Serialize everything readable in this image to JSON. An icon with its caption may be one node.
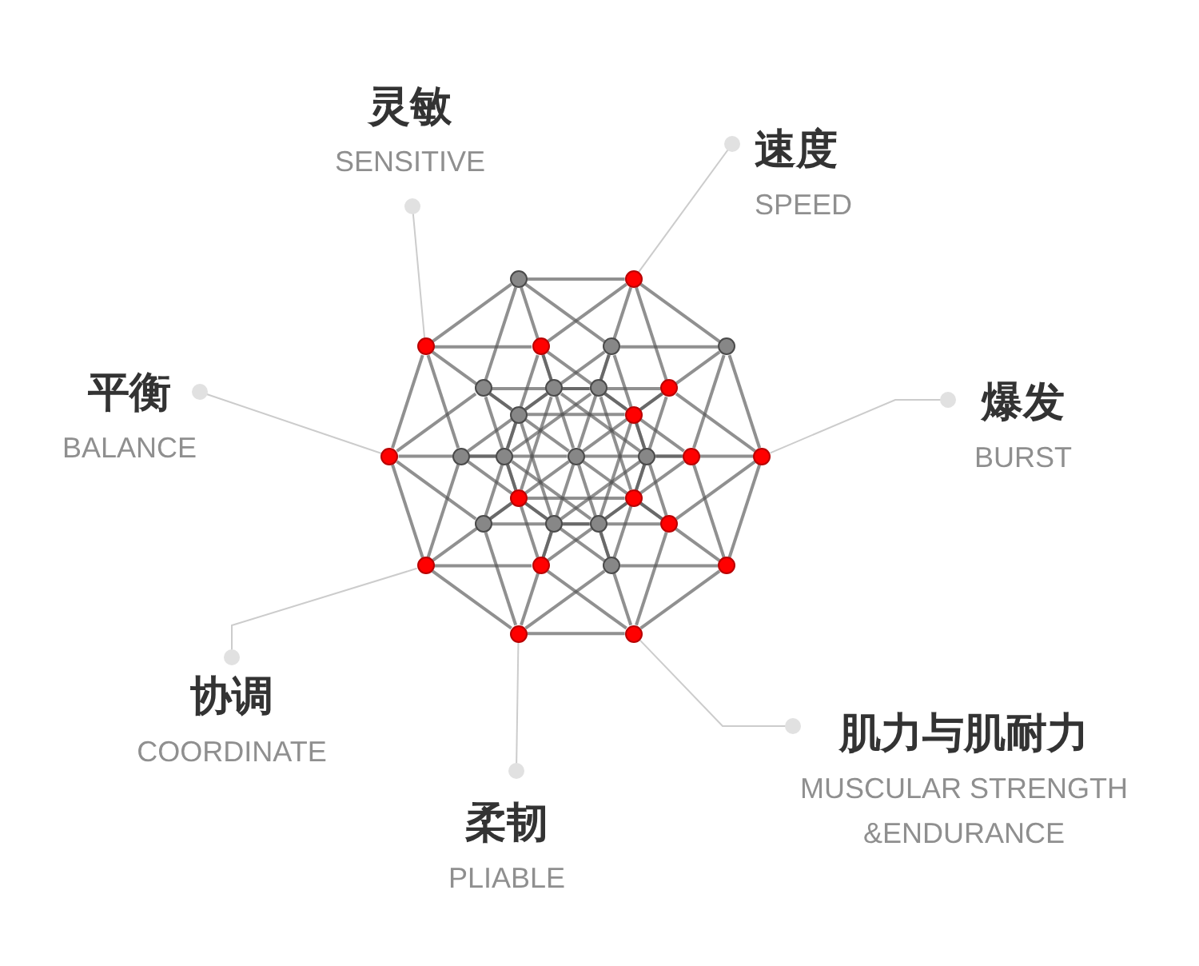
{
  "diagram": {
    "nodes": [
      {
        "text": [
          "灵敏",
          "SENSITIVE"
        ]
      },
      {
        "text": [
          "速度",
          "SPEED"
        ]
      },
      {
        "text": [
          "平衡",
          "BALANCE"
        ]
      },
      {
        "text": [
          "爆发",
          "BURST"
        ]
      },
      {
        "text": [
          "协调",
          "COORDINATE"
        ]
      },
      {
        "text": [
          "肌力与肌耐力",
          "MUSCULAR STRENGTH &ENDURANCE"
        ]
      },
      {
        "text": [
          "柔韧",
          "PLIABLE"
        ]
      },
      {
        "text": [],
        "shape": "circle"
      },
      {
        "text": [],
        "shape": "circle"
      },
      {
        "text": [],
        "shape": "circle"
      },
      {
        "text": [],
        "shape": "circle"
      },
      {
        "text": [],
        "shape": "circle"
      },
      {
        "text": [],
        "shape": "circle"
      },
      {
        "text": [],
        "shape": "circle"
      },
      {
        "text": [],
        "shape": "circle"
      },
      {
        "text": [],
        "shape": "circle"
      },
      {
        "text": [],
        "shape": "circle"
      },
      {
        "text": [],
        "shape": "circle"
      },
      {
        "text": [],
        "shape": "circle"
      },
      {
        "text": [],
        "shape": "circle"
      },
      {
        "text": [],
        "shape": "circle"
      },
      {
        "text": [],
        "shape": "circle"
      },
      {
        "text": [],
        "shape": "circle"
      },
      {
        "text": [],
        "shape": "circle"
      },
      {
        "text": [],
        "shape": "circle"
      },
      {
        "text": [],
        "shape": "circle"
      },
      {
        "text": [],
        "shape": "circle"
      },
      {
        "text": [],
        "shape": "circle"
      },
      {
        "text": [],
        "shape": "circle"
      },
      {
        "text": [],
        "shape": "circle"
      },
      {
        "text": [],
        "shape": "circle"
      },
      {
        "text": [],
        "shape": "circle"
      },
      {
        "text": [],
        "shape": "circle"
      },
      {
        "text": [],
        "shape": "circle"
      },
      {
        "text": [],
        "shape": "circle"
      },
      {
        "text": [],
        "shape": "circle"
      },
      {
        "text": [],
        "shape": "circle"
      },
      {
        "text": [],
        "shape": "circle"
      }
    ],
    "edges": [
      {
        "from": 0,
        "to": 9,
        "arrow": "other",
        "color": "#cccccc"
      },
      {
        "from": 1,
        "to": 8,
        "arrow": "other",
        "color": "#cccccc"
      },
      {
        "from": 2,
        "to": 19,
        "arrow": "other",
        "color": "#cccccc"
      },
      {
        "from": 3,
        "to": 25,
        "arrow": "other",
        "color": "#cccccc"
      },
      {
        "from": 4,
        "to": 32,
        "arrow": "other",
        "color": "#cccccc"
      },
      {
        "from": 5,
        "to": 37,
        "arrow": "other",
        "color": "#cccccc"
      },
      {
        "from": 6,
        "to": 36,
        "arrow": "other",
        "color": "#cccccc"
      },
      {
        "from": 36,
        "to": 37,
        "arrow": "none"
      },
      {
        "from": 32,
        "to": 33,
        "arrow": "none"
      },
      {
        "from": 28,
        "to": 30,
        "arrow": "none"
      },
      {
        "from": 19,
        "to": 21,
        "arrow": "none"
      },
      {
        "from": 29,
        "to": 31,
        "arrow": "none"
      },
      {
        "from": 20,
        "to": 22,
        "arrow": "none"
      },
      {
        "from": 17,
        "to": 18,
        "arrow": "none"
      },
      {
        "from": 9,
        "to": 10,
        "arrow": "none"
      },
      {
        "from": 34,
        "to": 35,
        "arrow": "none"
      },
      {
        "from": 26,
        "to": 27,
        "arrow": "none"
      },
      {
        "from": 22,
        "to": 24,
        "arrow": "none"
      },
      {
        "from": 13,
        "to": 15,
        "arrow": "none"
      },
      {
        "from": 23,
        "to": 25,
        "arrow": "none"
      },
      {
        "from": 14,
        "to": 16,
        "arrow": "none"
      },
      {
        "from": 11,
        "to": 12,
        "arrow": "none"
      },
      {
        "from": 7,
        "to": 8,
        "arrow": "none"
      },
      {
        "from": 36,
        "to": 34,
        "arrow": "none"
      },
      {
        "from": 32,
        "to": 26,
        "arrow": "none"
      },
      {
        "from": 28,
        "to": 22,
        "arrow": "none"
      },
      {
        "from": 19,
        "to": 13,
        "arrow": "none"
      },
      {
        "from": 29,
        "to": 23,
        "arrow": "none"
      },
      {
        "from": 20,
        "to": 14,
        "arrow": "none"
      },
      {
        "from": 17,
        "to": 11,
        "arrow": "none"
      },
      {
        "from": 9,
        "to": 7,
        "arrow": "none"
      },
      {
        "from": 37,
        "to": 35,
        "arrow": "none"
      },
      {
        "from": 33,
        "to": 27,
        "arrow": "none"
      },
      {
        "from": 30,
        "to": 24,
        "arrow": "none"
      },
      {
        "from": 21,
        "to": 15,
        "arrow": "none"
      },
      {
        "from": 31,
        "to": 25,
        "arrow": "none"
      },
      {
        "from": 22,
        "to": 16,
        "arrow": "none"
      },
      {
        "from": 18,
        "to": 12,
        "arrow": "none"
      },
      {
        "from": 10,
        "to": 8,
        "arrow": "none"
      },
      {
        "from": 36,
        "to": 29,
        "arrow": "none"
      },
      {
        "from": 32,
        "to": 20,
        "arrow": "none"
      },
      {
        "from": 28,
        "to": 17,
        "arrow": "none"
      },
      {
        "from": 19,
        "to": 9,
        "arrow": "none"
      },
      {
        "from": 34,
        "to": 23,
        "arrow": "none"
      },
      {
        "from": 26,
        "to": 14,
        "arrow": "none"
      },
      {
        "from": 22,
        "to": 11,
        "arrow": "none"
      },
      {
        "from": 13,
        "to": 7,
        "arrow": "none"
      },
      {
        "from": 37,
        "to": 31,
        "arrow": "none"
      },
      {
        "from": 33,
        "to": 22,
        "arrow": "none"
      },
      {
        "from": 30,
        "to": 18,
        "arrow": "none"
      },
      {
        "from": 21,
        "to": 10,
        "arrow": "none"
      },
      {
        "from": 35,
        "to": 25,
        "arrow": "none"
      },
      {
        "from": 27,
        "to": 16,
        "arrow": "none"
      },
      {
        "from": 24,
        "to": 12,
        "arrow": "none"
      },
      {
        "from": 15,
        "to": 8,
        "arrow": "none"
      },
      {
        "from": 36,
        "to": 28,
        "arrow": "none"
      },
      {
        "from": 32,
        "to": 19,
        "arrow": "none"
      },
      {
        "from": 29,
        "to": 17,
        "arrow": "none"
      },
      {
        "from": 20,
        "to": 9,
        "arrow": "none"
      },
      {
        "from": 34,
        "to": 22,
        "arrow": "none"
      },
      {
        "from": 26,
        "to": 13,
        "arrow": "none"
      },
      {
        "from": 23,
        "to": 11,
        "arrow": "none"
      },
      {
        "from": 14,
        "to": 7,
        "arrow": "none"
      },
      {
        "from": 37,
        "to": 30,
        "arrow": "none"
      },
      {
        "from": 33,
        "to": 21,
        "arrow": "none"
      },
      {
        "from": 31,
        "to": 18,
        "arrow": "none"
      },
      {
        "from": 22,
        "to": 10,
        "arrow": "none"
      },
      {
        "from": 35,
        "to": 24,
        "arrow": "none"
      },
      {
        "from": 27,
        "to": 15,
        "arrow": "none"
      },
      {
        "from": 25,
        "to": 12,
        "arrow": "none"
      },
      {
        "from": 16,
        "to": 8,
        "arrow": "none"
      },
      {
        "from": 36,
        "to": 32,
        "arrow": "none"
      },
      {
        "from": 28,
        "to": 19,
        "arrow": "none"
      },
      {
        "from": 29,
        "to": 20,
        "arrow": "none"
      },
      {
        "from": 17,
        "to": 9,
        "arrow": "none"
      },
      {
        "from": 34,
        "to": 26,
        "arrow": "none"
      },
      {
        "from": 22,
        "to": 13,
        "arrow": "none"
      },
      {
        "from": 23,
        "to": 14,
        "arrow": "none"
      },
      {
        "from": 11,
        "to": 7,
        "arrow": "none"
      },
      {
        "from": 37,
        "to": 33,
        "arrow": "none"
      },
      {
        "from": 30,
        "to": 21,
        "arrow": "none"
      },
      {
        "from": 31,
        "to": 22,
        "arrow": "none"
      },
      {
        "from": 18,
        "to": 10,
        "arrow": "none"
      },
      {
        "from": 35,
        "to": 27,
        "arrow": "none"
      },
      {
        "from": 24,
        "to": 15,
        "arrow": "none"
      },
      {
        "from": 25,
        "to": 16,
        "arrow": "none"
      },
      {
        "from": 12,
        "to": 8,
        "arrow": "none"
      }
    ]
  }
}
